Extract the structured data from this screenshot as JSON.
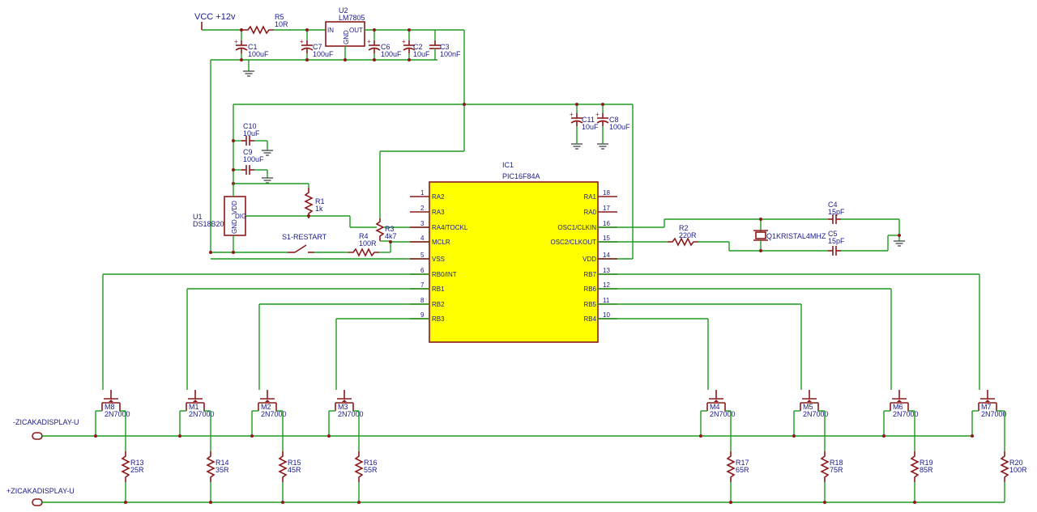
{
  "supply": {
    "vcc": "VCC +12v"
  },
  "parts": {
    "r5": {
      "ref": "R5",
      "val": "10R"
    },
    "u2": {
      "ref": "U2",
      "val": "LM7805",
      "in": "IN",
      "out": "OUT",
      "gnd": "GND"
    },
    "c1": {
      "ref": "C1",
      "val": "100uF"
    },
    "c7": {
      "ref": "C7",
      "val": "100uF"
    },
    "c6": {
      "ref": "C6",
      "val": "100uF"
    },
    "c2": {
      "ref": "C2",
      "val": "10uF"
    },
    "c3": {
      "ref": "C3",
      "val": "100nF"
    },
    "c10": {
      "ref": "C10",
      "val": "10uF"
    },
    "c9": {
      "ref": "C9",
      "val": "100uF"
    },
    "c11": {
      "ref": "C11",
      "val": "10uF"
    },
    "c8": {
      "ref": "C8",
      "val": "100uF"
    },
    "u1": {
      "ref": "U1",
      "val": "DS18B20",
      "vdd": "VDD",
      "dig": "DIG",
      "gnd": "GND"
    },
    "r1": {
      "ref": "R1",
      "val": "1k"
    },
    "r3": {
      "ref": "R3",
      "val": "4k7"
    },
    "r4": {
      "ref": "R4",
      "val": "100R"
    },
    "s1": {
      "ref": "S1-RESTART"
    },
    "ic1": {
      "ref": "IC1",
      "val": "PIC16F84A"
    },
    "r2": {
      "ref": "R2",
      "val": "220R"
    },
    "c4": {
      "ref": "C4",
      "val": "15pF"
    },
    "c5": {
      "ref": "C5",
      "val": "15pF"
    },
    "q1": {
      "ref": "Q1KRISTAL4MHZ"
    }
  },
  "ic_left_pins": [
    {
      "num": "1",
      "name": "RA2"
    },
    {
      "num": "2",
      "name": "RA3"
    },
    {
      "num": "3",
      "name": "RA4/TOCKL"
    },
    {
      "num": "4",
      "name": "MCLR"
    },
    {
      "num": "5",
      "name": "VSS"
    },
    {
      "num": "6",
      "name": "RB0/INT"
    },
    {
      "num": "7",
      "name": "RB1"
    },
    {
      "num": "8",
      "name": "RB2"
    },
    {
      "num": "9",
      "name": "RB3"
    }
  ],
  "ic_right_pins": [
    {
      "num": "18",
      "name": "RA1"
    },
    {
      "num": "17",
      "name": "RA0"
    },
    {
      "num": "16",
      "name": "OSC1/CLKIN"
    },
    {
      "num": "15",
      "name": "OSC2/CLKOUT"
    },
    {
      "num": "14",
      "name": "VDD"
    },
    {
      "num": "13",
      "name": "RB7"
    },
    {
      "num": "12",
      "name": "RB6"
    },
    {
      "num": "11",
      "name": "RB5"
    },
    {
      "num": "10",
      "name": "RB4"
    }
  ],
  "mosfets": [
    {
      "ref": "M8",
      "val": "2N7000"
    },
    {
      "ref": "M1",
      "val": "2N7000"
    },
    {
      "ref": "M2",
      "val": "2N7000"
    },
    {
      "ref": "M3",
      "val": "2N7000"
    },
    {
      "ref": "M4",
      "val": "2N7000"
    },
    {
      "ref": "M5",
      "val": "2N7000"
    },
    {
      "ref": "M6",
      "val": "2N7000"
    },
    {
      "ref": "M7",
      "val": "2N7000"
    }
  ],
  "resistors": [
    {
      "ref": "R13",
      "val": "25R"
    },
    {
      "ref": "R14",
      "val": "35R"
    },
    {
      "ref": "R15",
      "val": "45R"
    },
    {
      "ref": "R16",
      "val": "55R"
    },
    {
      "ref": "R17",
      "val": "65R"
    },
    {
      "ref": "R18",
      "val": "75R"
    },
    {
      "ref": "R19",
      "val": "85R"
    },
    {
      "ref": "R20",
      "val": "100R"
    }
  ],
  "connectors": {
    "minus": "-ZICAKADISPLAY-U",
    "plus": "+ZICAKADISPLAY-U"
  }
}
